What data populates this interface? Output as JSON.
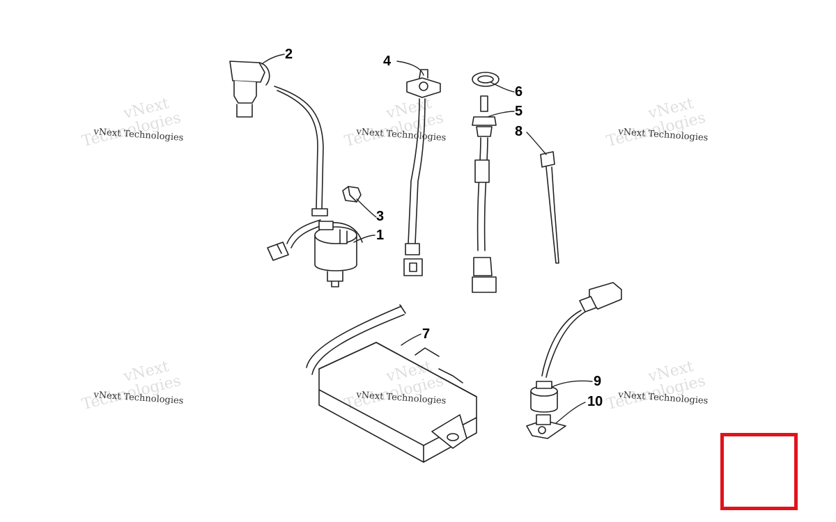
{
  "watermark": {
    "line": "vNext Technologies",
    "big_top": "vNext",
    "big_bottom": "Technologies"
  },
  "callouts": {
    "c1": "1",
    "c2": "2",
    "c3": "3",
    "c4": "4",
    "c5": "5",
    "c6": "6",
    "c7": "7",
    "c8": "8",
    "c9": "9",
    "c10": "10"
  },
  "colors": {
    "frame": "#e0141b",
    "line": "#222222"
  }
}
